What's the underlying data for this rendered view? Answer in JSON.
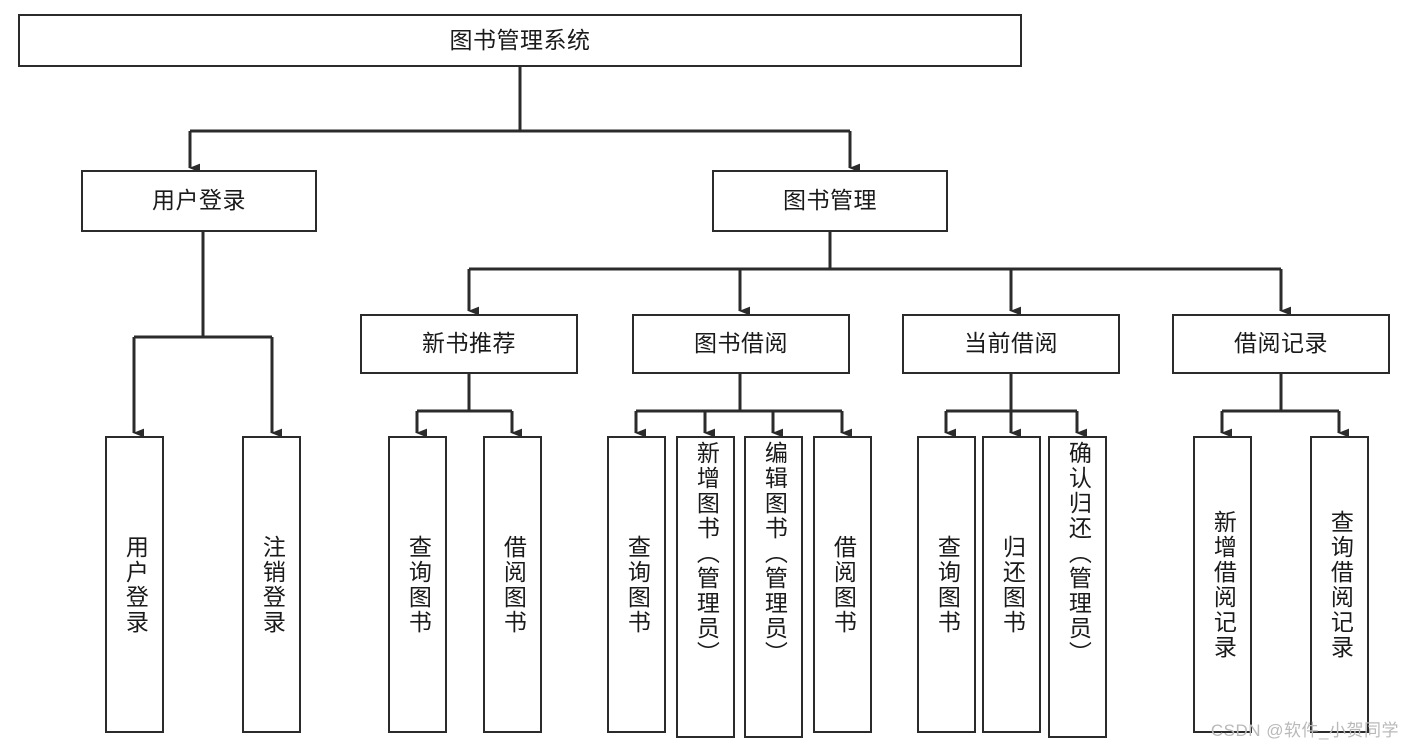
{
  "diagram": {
    "title": "图书管理系统",
    "watermark": "CSDN @软件_小贺同学",
    "colors": {
      "stroke": "#2b2b2b",
      "box_fill": "#ffffff",
      "text": "#1a1a1a",
      "background": "#ffffff",
      "watermark": "#b9b9b9"
    },
    "levels": {
      "root": "图书管理系统",
      "level2": [
        "用户登录",
        "图书管理"
      ],
      "level3": [
        "新书推荐",
        "图书借阅",
        "当前借阅",
        "借阅记录"
      ],
      "level4": [
        "用户登录",
        "注销登录",
        "查询图书",
        "借阅图书",
        "查询图书",
        "新增图书（管理员）",
        "编辑图书（管理员）",
        "借阅图书",
        "查询图书",
        "归还图书",
        "确认归还（管理员）",
        "新增借阅记录",
        "查询借阅记录"
      ]
    },
    "nodes": {
      "root": {
        "label": "图书管理系统"
      },
      "user_login": {
        "label": "用户登录"
      },
      "book_manage": {
        "label": "图书管理"
      },
      "new_book_rec": {
        "label": "新书推荐"
      },
      "book_borrow": {
        "label": "图书借阅"
      },
      "current_borrow": {
        "label": "当前借阅"
      },
      "borrow_record": {
        "label": "借阅记录"
      },
      "leaf_user_login": {
        "label": "用户登录"
      },
      "leaf_logout": {
        "label": "注销登录"
      },
      "leaf_query_book_1": {
        "label": "查询图书"
      },
      "leaf_borrow_book_1": {
        "label": "借阅图书"
      },
      "leaf_query_book_2": {
        "label": "查询图书"
      },
      "leaf_add_book": {
        "label": "新增图书（管理员）"
      },
      "leaf_edit_book": {
        "label": "编辑图书（管理员）"
      },
      "leaf_borrow_book_2": {
        "label": "借阅图书"
      },
      "leaf_query_book_3": {
        "label": "查询图书"
      },
      "leaf_return_book": {
        "label": "归还图书"
      },
      "leaf_confirm_return": {
        "label": "确认归还（管理员）"
      },
      "leaf_add_record": {
        "label": "新增借阅记录"
      },
      "leaf_query_record": {
        "label": "查询借阅记录"
      }
    }
  }
}
